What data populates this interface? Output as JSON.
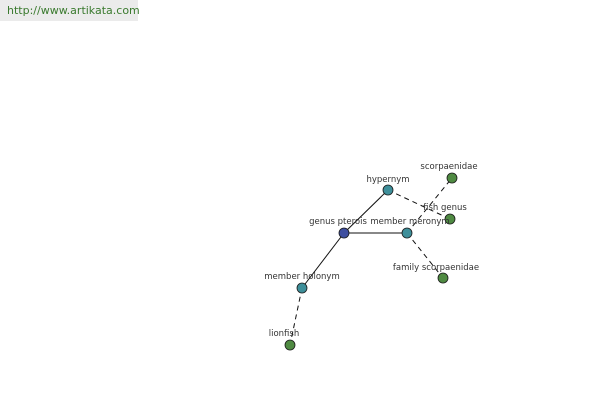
{
  "source_link": "http://www.artikata.com",
  "colors": {
    "center_node": "#3f4fa0",
    "relation_node": "#3e8f9a",
    "term_node": "#4f8a42",
    "url_text": "#3a7a2e",
    "url_bg": "#ebebeb"
  },
  "graph": {
    "nodes": {
      "genus_pterois": {
        "label": "genus pterois",
        "kind": "center"
      },
      "hypernym": {
        "label": "hypernym",
        "kind": "relation"
      },
      "member_meronym": {
        "label": "member meronym",
        "kind": "relation"
      },
      "member_holonym": {
        "label": "member holonym",
        "kind": "relation"
      },
      "scorpaenidae": {
        "label": "scorpaenidae",
        "kind": "term"
      },
      "fish_genus": {
        "label": "fish genus",
        "kind": "term"
      },
      "family_scorpaenidae": {
        "label": "family scorpaenidae",
        "kind": "term"
      },
      "lionfish": {
        "label": "lionfish",
        "kind": "term"
      }
    },
    "edges": [
      {
        "from": "genus_pterois",
        "to": "hypernym",
        "style": "solid"
      },
      {
        "from": "genus_pterois",
        "to": "member_meronym",
        "style": "solid"
      },
      {
        "from": "genus_pterois",
        "to": "member_holonym",
        "style": "solid"
      },
      {
        "from": "hypernym",
        "to": "fish_genus",
        "style": "dashed"
      },
      {
        "from": "member_meronym",
        "to": "scorpaenidae",
        "style": "dashed"
      },
      {
        "from": "member_meronym",
        "to": "family_scorpaenidae",
        "style": "dashed"
      },
      {
        "from": "member_holonym",
        "to": "lionfish",
        "style": "dashed"
      }
    ]
  }
}
